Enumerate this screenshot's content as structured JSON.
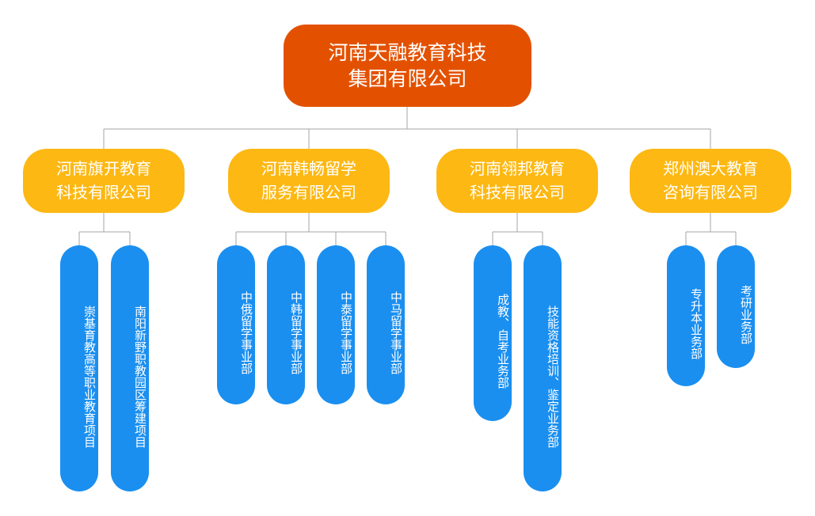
{
  "root": {
    "line1": "河南天融教育科技",
    "line2": "集团有限公司"
  },
  "companies": [
    {
      "line1": "河南旗开教育",
      "line2": "科技有限公司",
      "departments": [
        "崇基育教高等职业教育项目",
        "南阳新野职教园区筹建项目"
      ]
    },
    {
      "line1": "河南韩畅留学",
      "line2": "服务有限公司",
      "departments": [
        "中俄留学事业部",
        "中韩留学事业部",
        "中泰留学事业部",
        "中马留学事业部"
      ]
    },
    {
      "line1": "河南翎邦教育",
      "line2": "科技有限公司",
      "departments": [
        "成教、自考业务部",
        "技能资格培训、鉴定业务部"
      ]
    },
    {
      "line1": "郑州澳大教育",
      "line2": "咨询有限公司",
      "departments": [
        "专升本业务部",
        "考研业务部"
      ]
    }
  ],
  "colors": {
    "root": "#e35100",
    "company": "#fdb813",
    "department": "#1a8ff0",
    "connector": "#a6a6a6"
  }
}
